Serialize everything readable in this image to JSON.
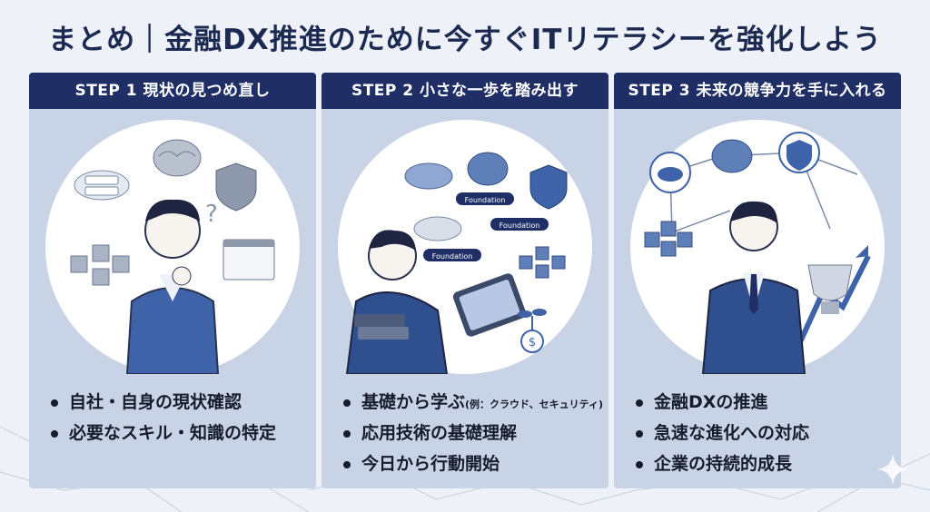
{
  "title": "まとめ｜金融DX推進のために今すぐITリテラシーを強化しよう",
  "steps": [
    {
      "header": "STEP 1 現状の見つめ直し",
      "illustration": "thinking-person-icon",
      "bullets": [
        "自社・自身の現状確認",
        "必要なスキル・知識の特定"
      ]
    },
    {
      "header": "STEP 2 小さな一歩を踏み出す",
      "illustration": "learning-person-tablet-icon",
      "bullets_main": [
        "基礎から学ぶ",
        "応用技術の基礎理解",
        "今日から行動開始"
      ],
      "bullet1_note": "(例：クラウド、セキュリティ)",
      "foundation_labels": [
        "Foundation",
        "Foundation",
        "Foundation"
      ]
    },
    {
      "header": "STEP 3 未来の競争力を手に入れる",
      "illustration": "businessman-trophy-icon",
      "bullets": [
        "金融DXの推進",
        "急速な進化への対応",
        "企業の持続的成長"
      ]
    }
  ],
  "colors": {
    "navy": "#1f2f66",
    "card": "#c9d3e6",
    "accent": "#3f63a8"
  }
}
